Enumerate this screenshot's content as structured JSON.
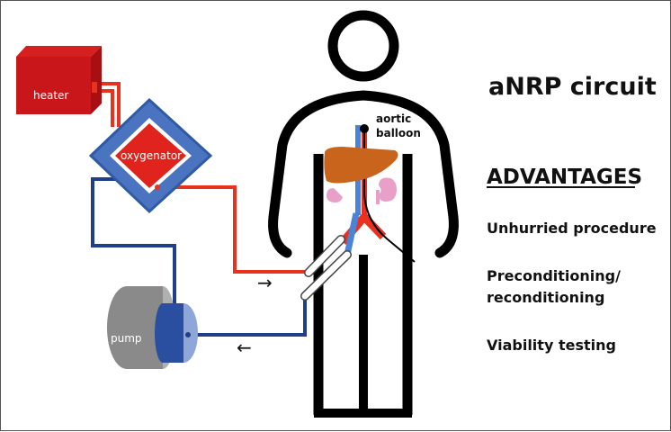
{
  "title": "aNRP circuit",
  "advantages": {
    "heading": "ADVANTAGES",
    "items": [
      "Unhurried procedure",
      "Preconditioning/",
      "reconditioning",
      "Viability testing"
    ]
  },
  "components": {
    "heater": "heater",
    "oxygenator": "oxygenator",
    "pump": "pump",
    "aortic_balloon_line1": "aortic",
    "aortic_balloon_line2": "balloon"
  },
  "colors": {
    "arterial_red": "#e8321e",
    "venous_blue": "#1f3f8a",
    "oxygenator_blue": "#4a74c0",
    "heater_red": "#c8161a",
    "pump_gray": "#8a8a8a",
    "liver": "#c8641c",
    "kidney": "#e9a0c8",
    "body_outline": "#000000"
  },
  "flow_arrows": {
    "to_patient": "→",
    "from_patient": "←"
  }
}
